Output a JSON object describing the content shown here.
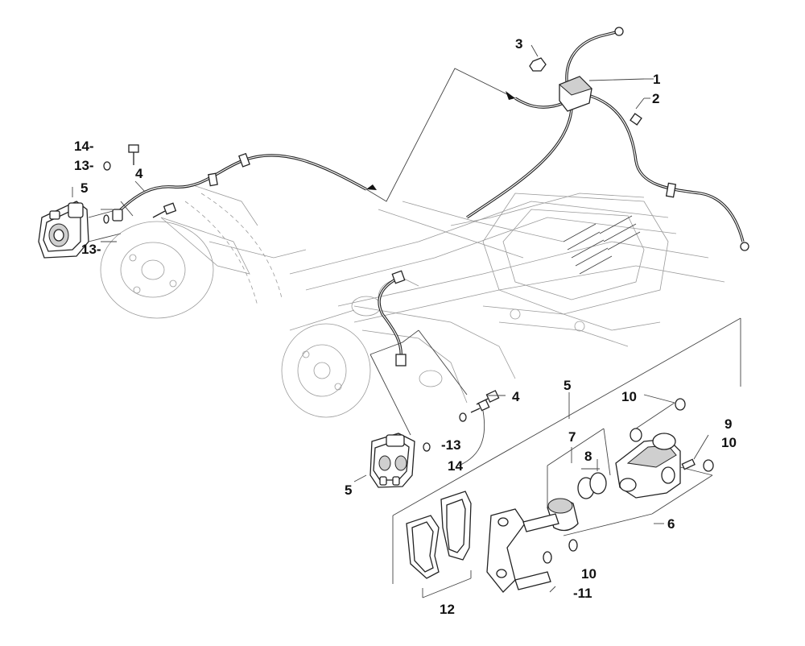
{
  "callouts": {
    "c1": "1",
    "c2": "2",
    "c3": "3",
    "c4_upper": "4",
    "c4_lower": "4",
    "c5_left": "5",
    "c5_top_group": "5",
    "c5_lower": "5",
    "c6": "6",
    "c7": "7",
    "c8": "8",
    "c9": "9",
    "c10_top": "10",
    "c10_right": "10",
    "c10_bottom": "10",
    "c11": "-11",
    "c12": "12",
    "c13_top": "13-",
    "c13_left": "13-",
    "c13_lower": "-13",
    "c14_top": "14-",
    "c14_lower": "14"
  },
  "colors": {
    "ink": "#222222",
    "ghost": "#9a9a9a",
    "background": "#ffffff"
  }
}
